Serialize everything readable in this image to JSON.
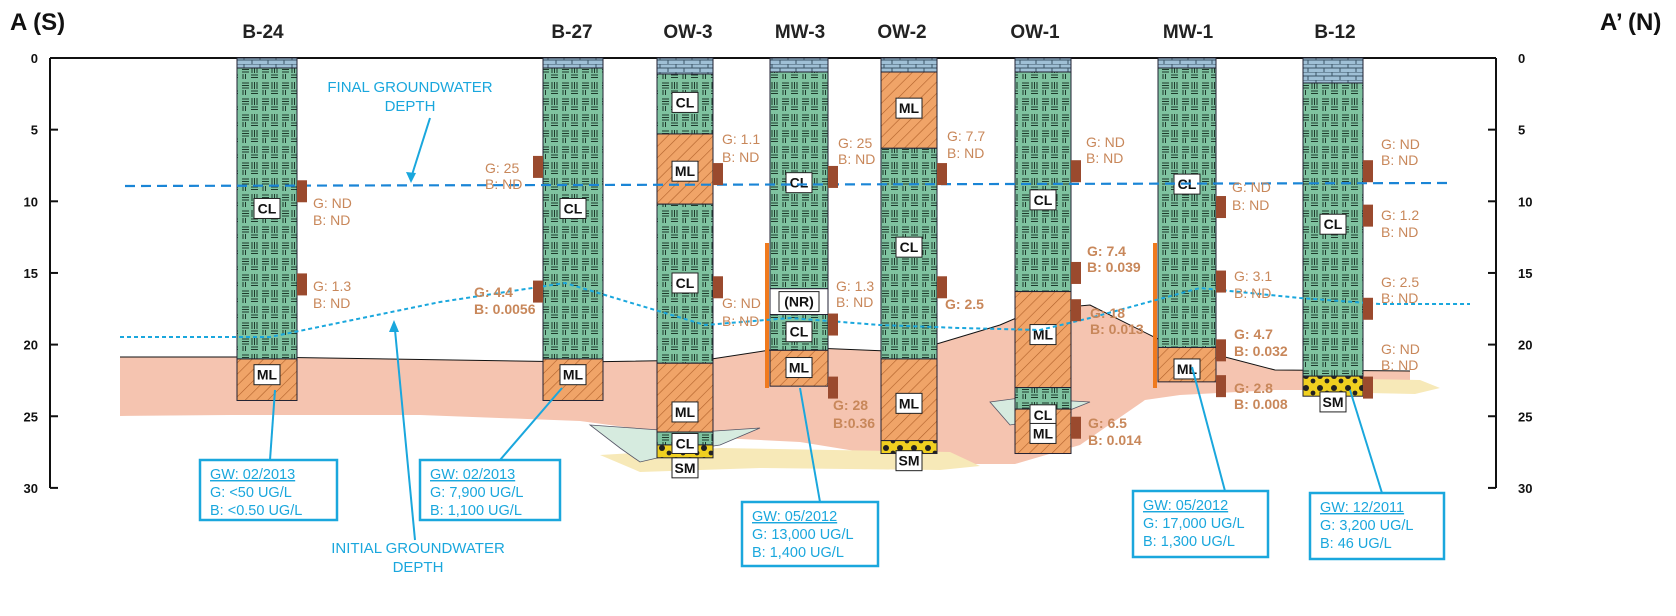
{
  "section": {
    "left_label": "A (S)",
    "right_label": "A’ (N)",
    "depth_ticks": [
      "0",
      "5",
      "10",
      "15",
      "20",
      "25",
      "30"
    ]
  },
  "wells": [
    {
      "id": "B-24",
      "name": "B-24"
    },
    {
      "id": "B-27",
      "name": "B-27"
    },
    {
      "id": "OW-3",
      "name": "OW-3"
    },
    {
      "id": "MW-3",
      "name": "MW-3"
    },
    {
      "id": "OW-2",
      "name": "OW-2"
    },
    {
      "id": "OW-1",
      "name": "OW-1"
    },
    {
      "id": "MW-1",
      "name": "MW-1"
    },
    {
      "id": "B-12",
      "name": "B-12"
    }
  ],
  "soil_labels": {
    "cl": "CL",
    "ml": "ML",
    "sm": "SM",
    "nr": "(NR)"
  },
  "annotations": {
    "final_gw": [
      "FINAL GROUNDWATER",
      "DEPTH"
    ],
    "initial_gw": [
      "INITIAL GROUNDWATER",
      "DEPTH"
    ]
  },
  "samples": [
    {
      "well": "B-24",
      "g": "G: ND",
      "b": "B: ND",
      "bold": false
    },
    {
      "well": "B-24",
      "g": "G: 1.3",
      "b": "B: ND",
      "bold": false
    },
    {
      "well": "B-27",
      "g": "G: 25",
      "b": "B: ND",
      "bold": false
    },
    {
      "well": "B-27",
      "g": "G: 4.4",
      "b": "B: 0.0056",
      "bold": true
    },
    {
      "well": "OW-3",
      "g": "G: 1.1",
      "b": "B: ND",
      "bold": false
    },
    {
      "well": "OW-3",
      "g": "G: ND",
      "b": "B: ND",
      "bold": false
    },
    {
      "well": "MW-3",
      "g": "G: 25",
      "b": "B: ND",
      "bold": false
    },
    {
      "well": "MW-3",
      "g": "G: 1.3",
      "b": "B: ND",
      "bold": false
    },
    {
      "well": "MW-3",
      "g": "G: 28",
      "b": "B:0.36",
      "bold": true
    },
    {
      "well": "OW-2",
      "g": "G: 7.7",
      "b": "B: ND",
      "bold": false
    },
    {
      "well": "OW-2",
      "g": "G: 2.5",
      "b": "",
      "bold": true
    },
    {
      "well": "OW-1",
      "g": "G: ND",
      "b": "B: ND",
      "bold": false
    },
    {
      "well": "OW-1",
      "g": "G: 7.4",
      "b": "B: 0.039",
      "bold": true
    },
    {
      "well": "OW-1",
      "g": "G: 18",
      "b": "B: 0.013",
      "bold": true
    },
    {
      "well": "OW-1",
      "g": "G: 6.5",
      "b": "B: 0.014",
      "bold": true
    },
    {
      "well": "MW-1",
      "g": "G: ND",
      "b": "B: ND",
      "bold": false
    },
    {
      "well": "MW-1",
      "g": "G: 3.1",
      "b": "B: ND",
      "bold": false
    },
    {
      "well": "MW-1",
      "g": "G: 4.7",
      "b": "B: 0.032",
      "bold": true
    },
    {
      "well": "MW-1",
      "g": "G: 2.8",
      "b": "B: 0.008",
      "bold": true
    },
    {
      "well": "B-12",
      "g": "G: ND",
      "b": "B: ND",
      "bold": false
    },
    {
      "well": "B-12",
      "g": "G: 1.2",
      "b": "B: ND",
      "bold": false
    },
    {
      "well": "B-12",
      "g": "G: 2.5",
      "b": "B: ND",
      "bold": false
    },
    {
      "well": "B-12",
      "g": "G: ND",
      "b": "B: ND",
      "bold": false
    }
  ],
  "gw_boxes": [
    {
      "well": "B-24",
      "date": "GW: 02/2013",
      "g": "G: <50 UG/L",
      "b": "B: <0.50 UG/L"
    },
    {
      "well": "B-27",
      "date": "GW: 02/2013",
      "g": "G:  7,900 UG/L",
      "b": "B:  1,100 UG/L"
    },
    {
      "well": "MW-3",
      "date": "GW: 05/2012",
      "g": "G: 13,000 UG/L",
      "b": "B:   1,400 UG/L"
    },
    {
      "well": "MW-1",
      "date": "GW: 05/2012",
      "g": "G: 17,000 UG/L",
      "b": "B:    1,300 UG/L"
    },
    {
      "well": "B-12",
      "date": "GW: 12/2011",
      "g": "G: 3,200 UG/L",
      "b": "B:        46 UG/L"
    }
  ],
  "colors": {
    "cl_fill": "#7fc3a0",
    "ml_fill": "#f0a468",
    "sm_fill": "#f7e9b8",
    "gw_line": "#1aa7dd",
    "sample_mark": "#9a4a2e",
    "result_text": "#c8875a",
    "screen": "#f07a1e",
    "ml_layer": "#f5c4b0"
  }
}
